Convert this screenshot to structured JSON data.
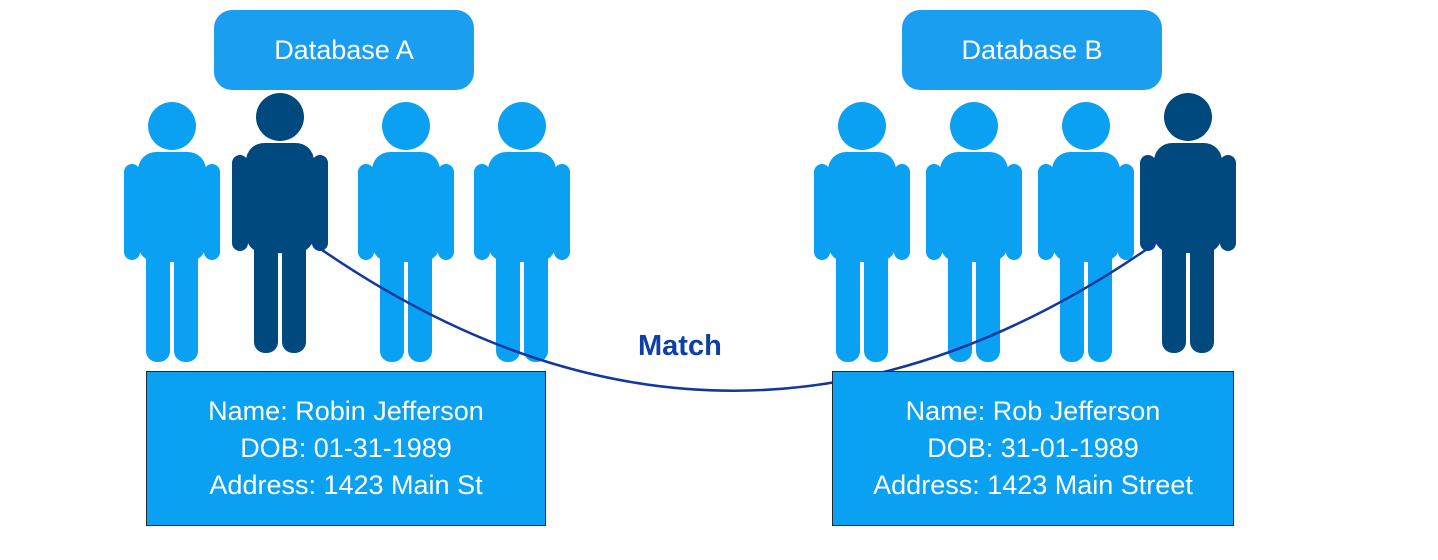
{
  "database_a": {
    "label": "Database A",
    "record": {
      "name_line": "Name: Robin Jefferson",
      "dob_line": "DOB: 01-31-1989",
      "address_line": "Address: 1423 Main St"
    }
  },
  "database_b": {
    "label": "Database B",
    "record": {
      "name_line": "Name: Rob Jefferson",
      "dob_line": "DOB: 31-01-1989",
      "address_line": "Address: 1423 Main Street"
    }
  },
  "match_label": "Match",
  "colors": {
    "person_light": "#0aa1f2",
    "person_dark": "#00497e",
    "label_bg": "#1a9ff0",
    "record_bg": "#0aa1f2",
    "match_line": "#1238a0",
    "match_text": "#0d3fa6"
  }
}
